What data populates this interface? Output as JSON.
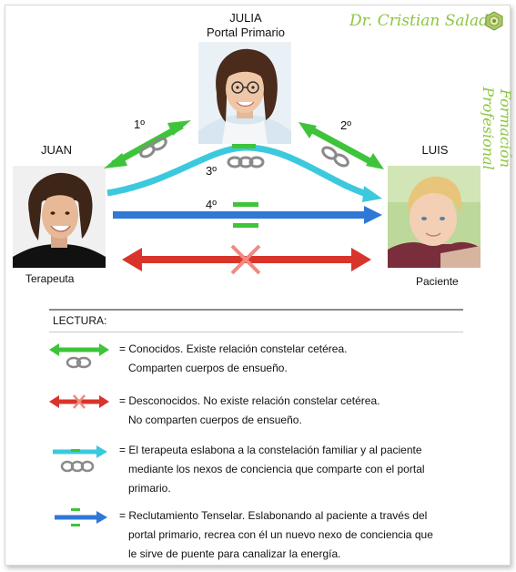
{
  "brand": {
    "name": "Dr. Cristian Salado",
    "subtitle": "Formación Profesional"
  },
  "people": {
    "julia": {
      "name": "JULIA",
      "role": "Portal Primario"
    },
    "juan": {
      "name": "JUAN",
      "role": "Terapeuta"
    },
    "luis": {
      "name": "LUIS",
      "role": "Paciente"
    }
  },
  "arrows": {
    "first": "1º",
    "second": "2º",
    "third": "3º",
    "fourth": "4º"
  },
  "legend": {
    "title": "LECTURA:",
    "items": [
      {
        "lines": [
          "= Conocidos. Existe relación constelar cetérea.",
          "Comparten cuerpos de ensueño."
        ]
      },
      {
        "lines": [
          "= Desconocidos. No existe relación constelar cetérea.",
          "No comparten cuerpos de ensueño."
        ]
      },
      {
        "lines": [
          "= El terapeuta eslabona a la constelación familiar y al paciente",
          "mediante los nexos de conciencia que comparte con el portal",
          "primario."
        ]
      },
      {
        "lines": [
          "= Reclutamiento Tenselar. Eslabonando al paciente a través del",
          "portal primario, recrea con él un nuevo nexo de conciencia que",
          "le sirve de puente para canalizar la energía."
        ]
      }
    ]
  },
  "colors": {
    "green": "#3ec43a",
    "red": "#d9342b",
    "cyan": "#3cc9dd",
    "blue": "#2f78d6",
    "brand": "#8cc63f"
  }
}
